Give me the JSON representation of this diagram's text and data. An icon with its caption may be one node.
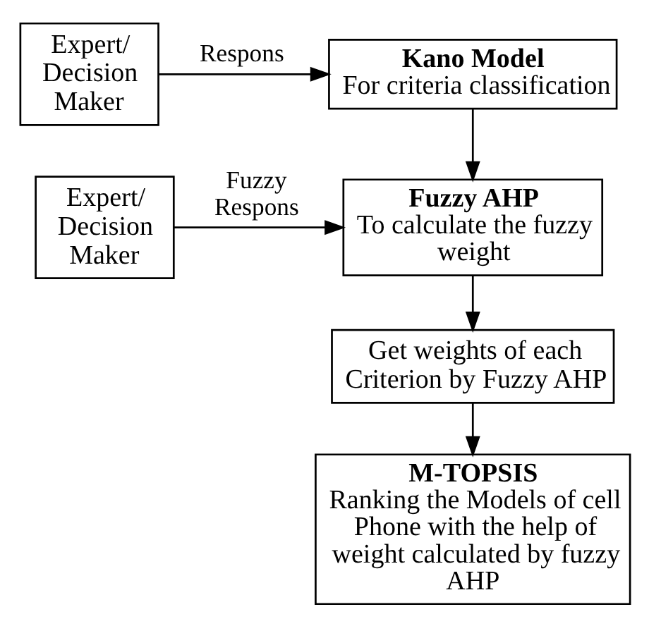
{
  "diagram": {
    "nodes": [
      {
        "text": [
          "Expert/ Decision Maker"
        ]
      },
      {
        "text": [
          "Kano Model",
          "For criteria classification"
        ]
      },
      {
        "text": [
          "Expert/ Decision Maker"
        ]
      },
      {
        "text": [
          "Fuzzy AHP",
          "To calculate the fuzzy weight"
        ]
      },
      {
        "text": [
          "Get weights of each Criterion by Fuzzy AHP"
        ]
      },
      {
        "text": [
          "M-TOPSIS",
          "Ranking the Models of cell Phone with the help of weight calculated by fuzzy AHP"
        ]
      }
    ],
    "edges": [
      {
        "from": 0,
        "to": 1,
        "arrow": "to",
        "label": "Respons"
      },
      {
        "from": 1,
        "to": 3,
        "arrow": "to"
      },
      {
        "from": 2,
        "to": 3,
        "arrow": "to",
        "label": "Fuzzy Respons"
      },
      {
        "from": 3,
        "to": 4,
        "arrow": "to"
      },
      {
        "from": 4,
        "to": 5,
        "arrow": "to"
      }
    ]
  }
}
